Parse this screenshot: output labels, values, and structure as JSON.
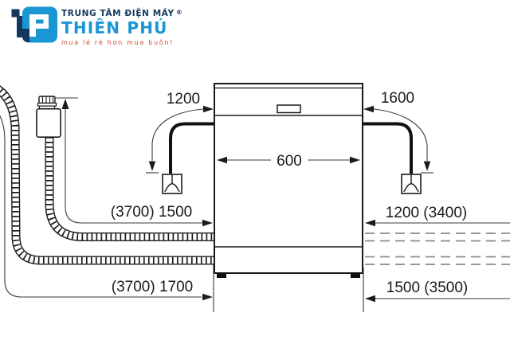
{
  "logo": {
    "line1": "TRUNG TÂM ĐIỆN MÁY",
    "registered_mark": "®",
    "brand": "THIÊN PHÚ",
    "tagline": "mua lẻ rẻ hơn mua buôn!",
    "colors": {
      "navy": "#14375e",
      "blue": "#1a96d4",
      "red": "#cf4434"
    }
  },
  "diagram": {
    "labels": {
      "appliance_width": "600",
      "left_cord_to_socket": "1200",
      "right_cord_to_socket": "1600",
      "supply_hose": "(3700) 1500",
      "drain_hose": "(3700) 1700",
      "right_upper": "1200 (3400)",
      "right_lower": "1500 (3500)"
    },
    "colors": {
      "line": "#1a1a1a",
      "dashed": "#8a8a8a"
    }
  }
}
